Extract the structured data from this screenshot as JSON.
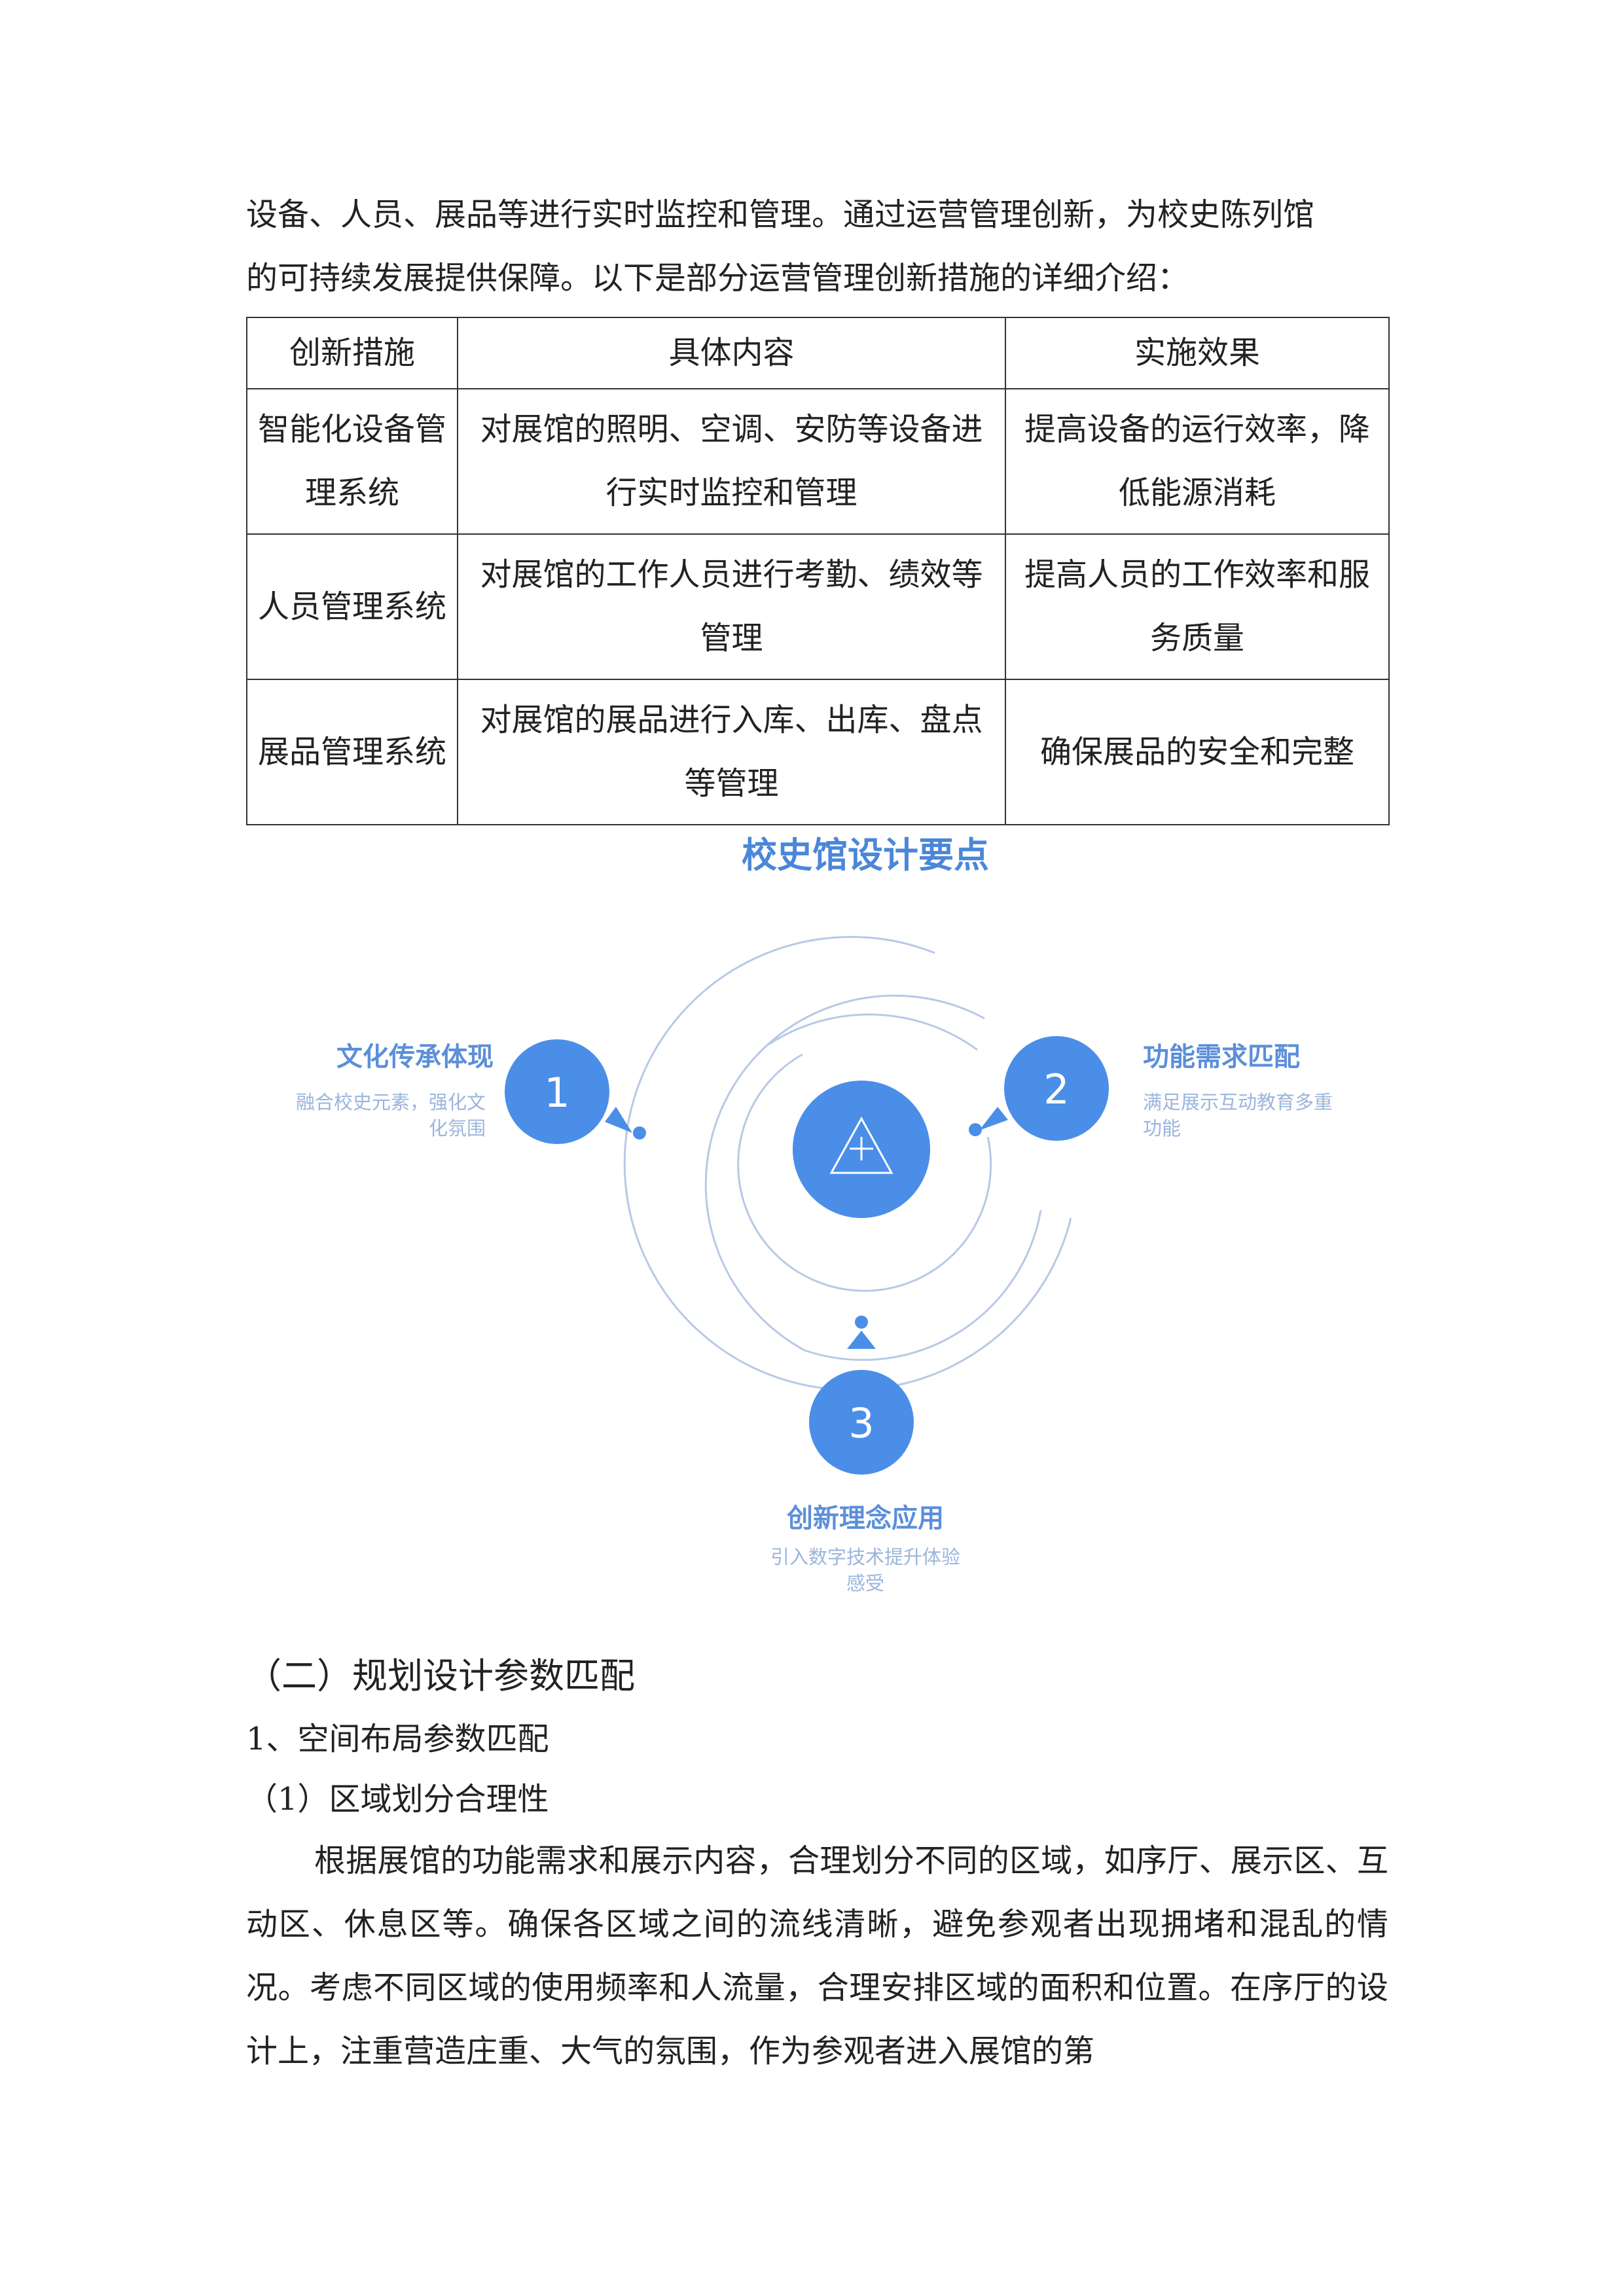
{
  "intro": {
    "line1": "设备、人员、展品等进行实时监控和管理。通过运营管理创新，为校史陈列馆",
    "line2": "的可持续发展提供保障。以下是部分运营管理创新措施的详细介绍："
  },
  "table": {
    "headers": [
      "创新措施",
      "具体内容",
      "实施效果"
    ],
    "rows": [
      [
        "智能化设备管理系统",
        "对展馆的照明、空调、安防等设备进行实时监控和管理",
        "提高设备的运行效率，降低能源消耗"
      ],
      [
        "人员管理系统",
        "对展馆的工作人员进行考勤、绩效等管理",
        "提高人员的工作效率和服务质量"
      ],
      [
        "展品管理系统",
        "对展馆的展品进行入库、出库、盘点等管理",
        "确保展品的安全和完整"
      ]
    ]
  },
  "diagram": {
    "title": "校史馆设计要点",
    "points": [
      {
        "num": "1",
        "title": "文化传承体现",
        "sub1": "融合校史元素，强化文",
        "sub2": "化氛围"
      },
      {
        "num": "2",
        "title": "功能需求匹配",
        "sub1": "满足展示互动教育多重",
        "sub2": "功能"
      },
      {
        "num": "3",
        "title": "创新理念应用",
        "sub1": "引入数字技术提升体验",
        "sub2": "感受"
      }
    ],
    "colors": {
      "accent": "#4a8ee8",
      "ring": "#b8c9e6"
    }
  },
  "section": {
    "heading": "（二）规划设计参数匹配",
    "sub1": "1、空间布局参数匹配",
    "sub2": "（1）区域划分合理性",
    "body": "根据展馆的功能需求和展示内容，合理划分不同的区域，如序厅、展示区、互动区、休息区等。确保各区域之间的流线清晰，避免参观者出现拥堵和混乱的情况。考虑不同区域的使用频率和人流量，合理安排区域的面积和位置。在序厅的设计上，注重营造庄重、大气的氛围，作为参观者进入展馆的第"
  }
}
